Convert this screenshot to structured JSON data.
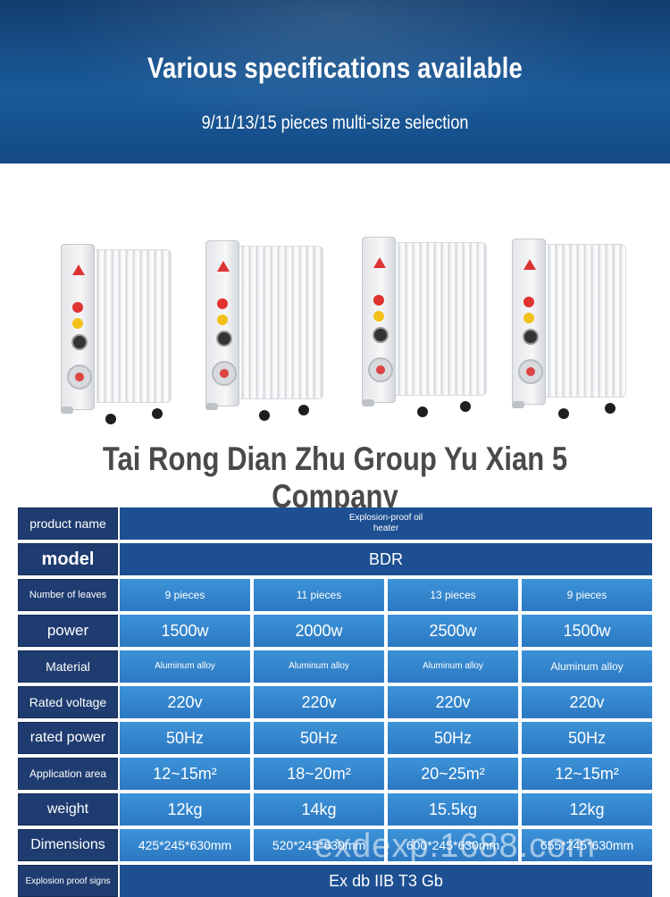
{
  "banner": {
    "title": "Various specifications available",
    "subtitle": "9/11/13/15 pieces multi-size selection"
  },
  "products": {
    "count": 4,
    "icon": "oil-heater-icon"
  },
  "company": "Tai Rong Dian Zhu Group Yu Xian 5 Company",
  "table": {
    "product_name": {
      "label": "product name",
      "value": "Explosion-proof oil heater"
    },
    "model": {
      "label": "model",
      "value": "BDR"
    },
    "leaves": {
      "label": "Number of leaves",
      "values": [
        "9 pieces",
        "11 pieces",
        "13 pieces",
        "9 pieces"
      ]
    },
    "power": {
      "label": "power",
      "values": [
        "1500w",
        "2000w",
        "2500w",
        "1500w"
      ]
    },
    "material": {
      "label": "Material",
      "values": [
        "Aluminum alloy",
        "Aluminum alloy",
        "Aluminum alloy",
        "Aluminum alloy"
      ]
    },
    "rated_voltage": {
      "label": "Rated voltage",
      "values": [
        "220v",
        "220v",
        "220v",
        "220v"
      ]
    },
    "rated_power": {
      "label": "rated power",
      "values": [
        "50Hz",
        "50Hz",
        "50Hz",
        "50Hz"
      ]
    },
    "application_area": {
      "label": "Application area",
      "values": [
        "12~15m²",
        "18~20m²",
        "20~25m²",
        "12~15m²"
      ]
    },
    "weight": {
      "label": "weight",
      "values": [
        "12kg",
        "14kg",
        "15.5kg",
        "12kg"
      ]
    },
    "dimensions": {
      "label": "Dimensions",
      "values": [
        "425*245*630mm",
        "520*245*630mm",
        "600*245*630mm",
        "655*245*630mm"
      ]
    },
    "explosion_signs": {
      "label": "Explosion proof signs",
      "value": "Ex db IIB T3 Gb"
    }
  },
  "watermark": "exdexp.1688.com",
  "colors": {
    "banner": "#1a5a9a",
    "label_cell": "#1f3c70",
    "full_cell": "#1d4f92",
    "value_cell": "#3c93d8",
    "company_text": "#4a4a4a"
  }
}
